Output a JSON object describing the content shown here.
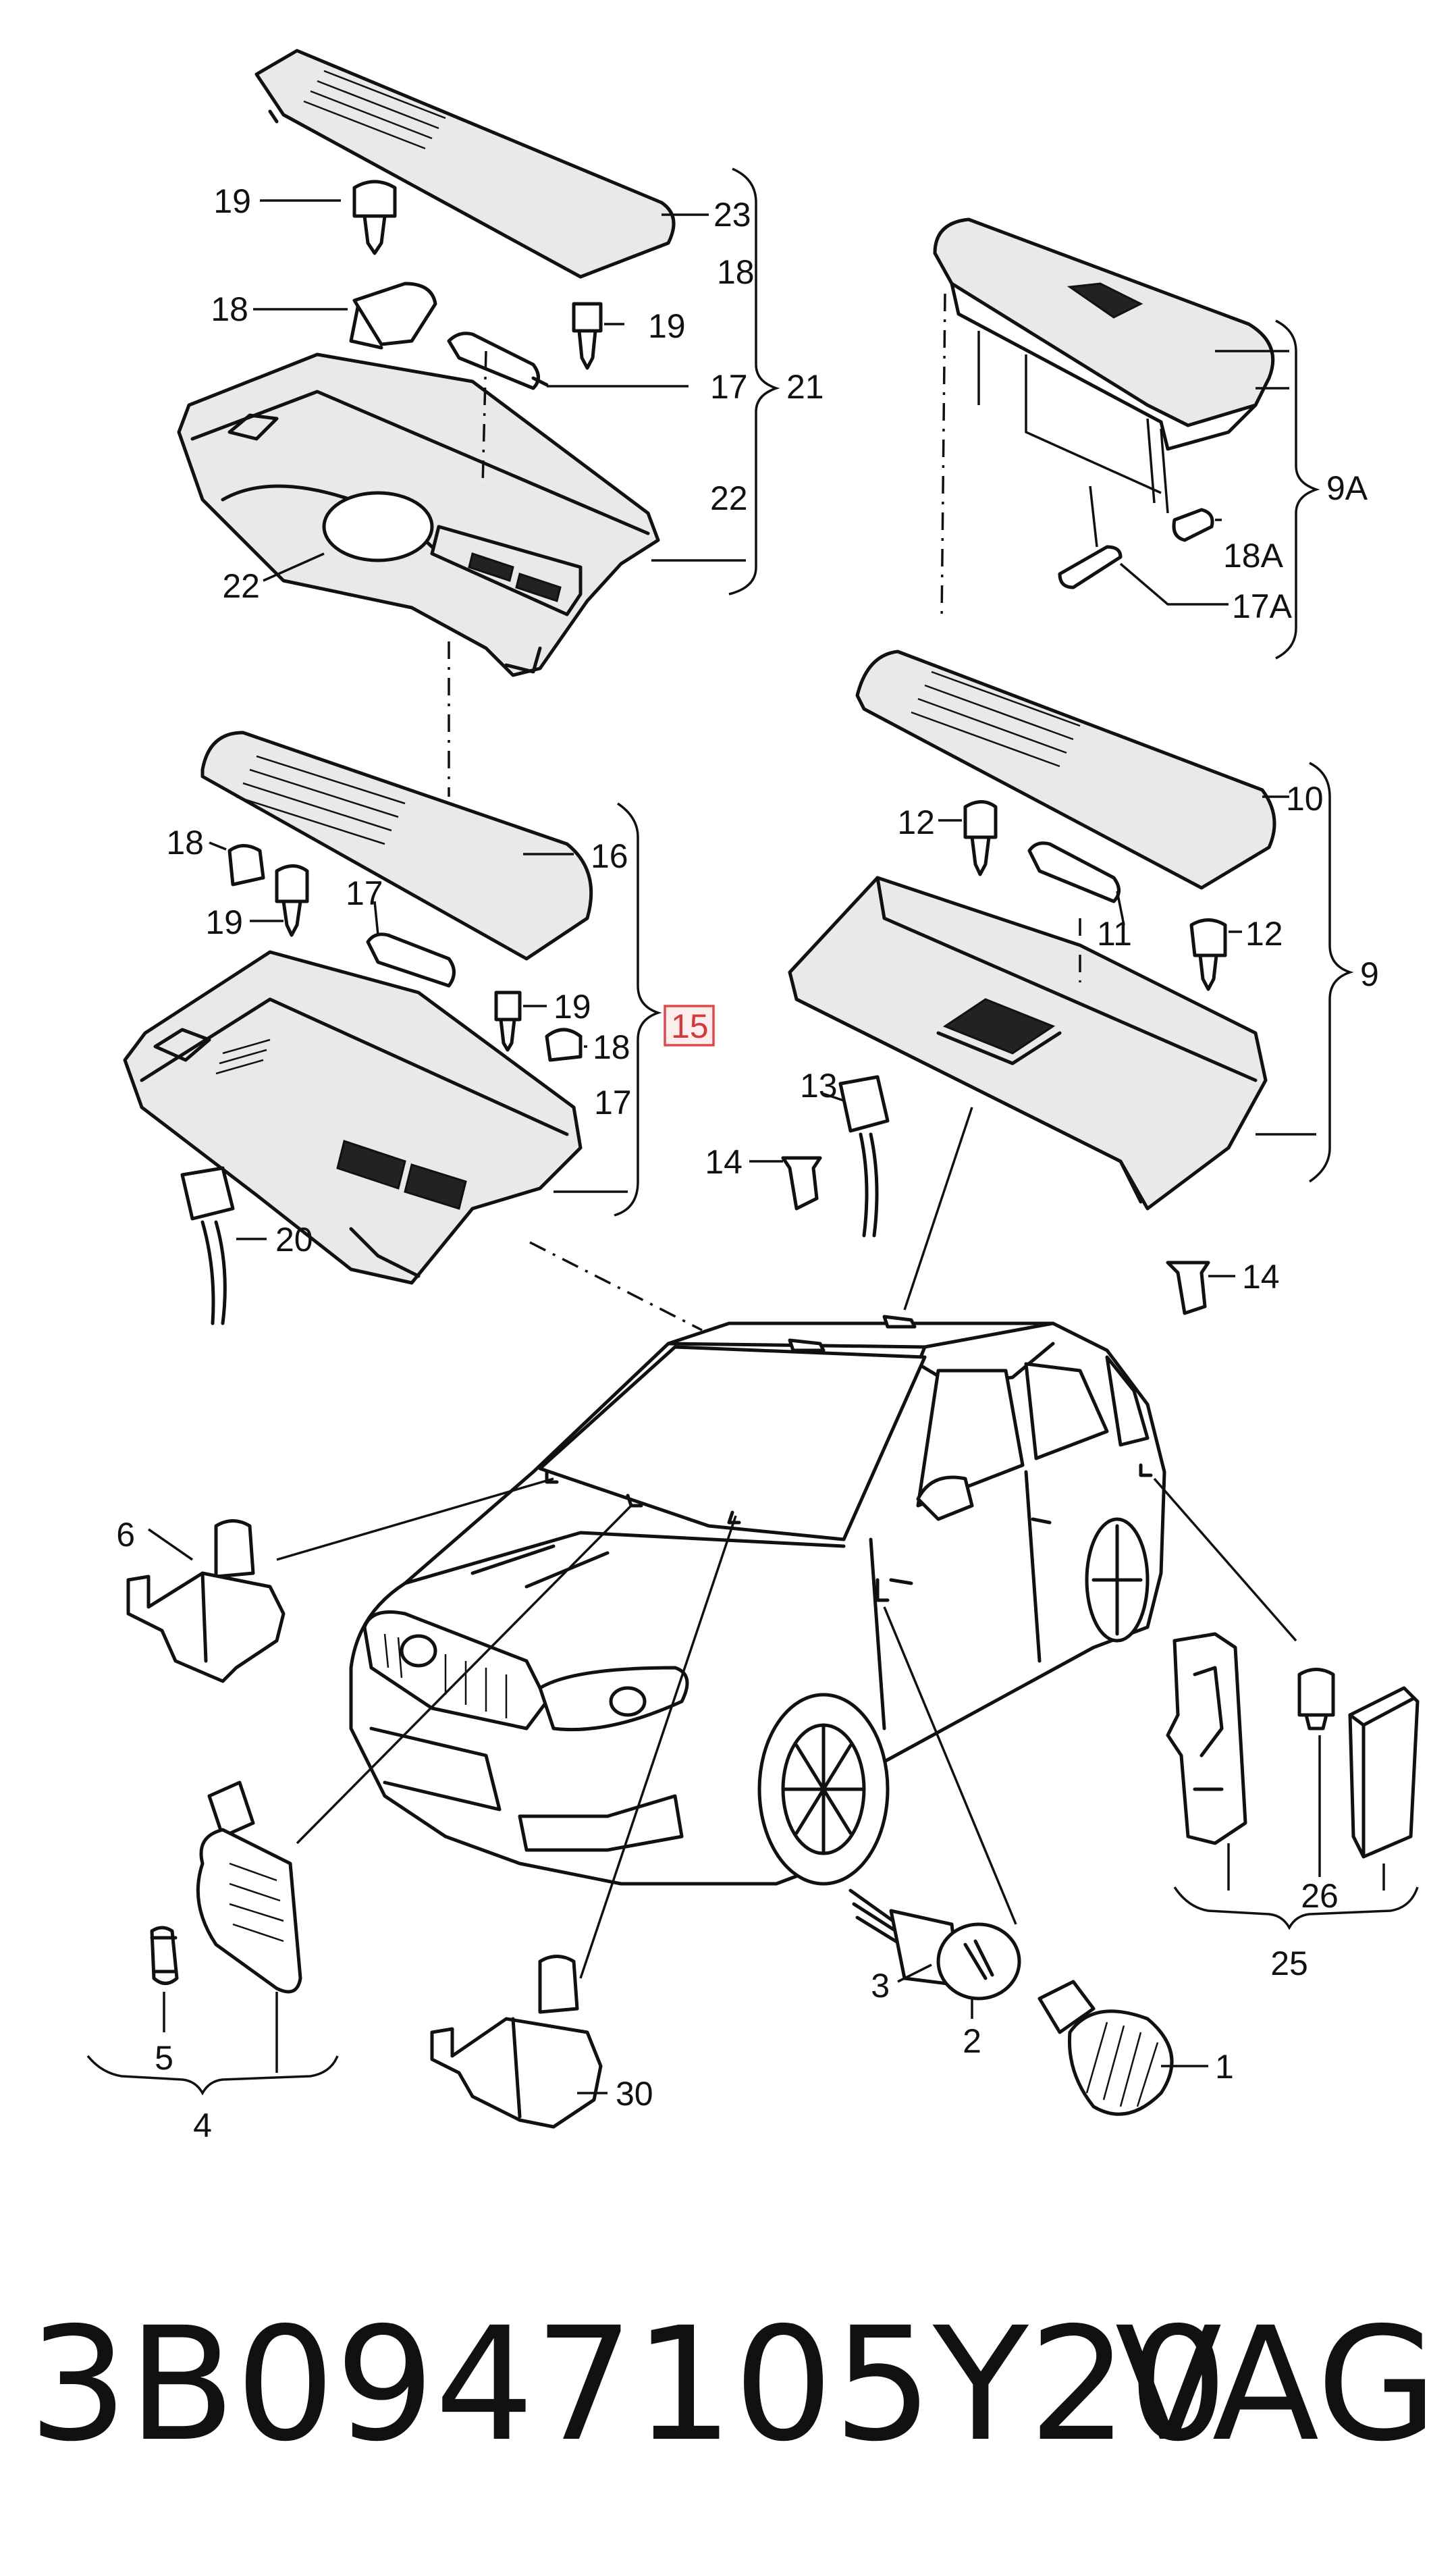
{
  "callouts": {
    "c1": "1",
    "c2": "2",
    "c3": "3",
    "c4": "4",
    "c5": "5",
    "c6": "6",
    "c9": "9",
    "c9A": "9A",
    "c10": "10",
    "c11": "11",
    "c12": "12",
    "c13": "13",
    "c14": "14",
    "c15": "15",
    "c16": "16",
    "c17": "17",
    "c17A": "17A",
    "c18": "18",
    "c18A": "18A",
    "c19": "19",
    "c20": "20",
    "c21": "21",
    "c22": "22",
    "c23": "23",
    "c25": "25",
    "c26": "26",
    "c30": "30"
  },
  "footer": {
    "part_number": "3B0947105Y20",
    "brand": "VAG"
  },
  "colors": {
    "line": "#111111",
    "highlight_border": "#e04a4a",
    "highlight_fill": "#fdeeee",
    "highlight_text": "#d23b3b"
  }
}
